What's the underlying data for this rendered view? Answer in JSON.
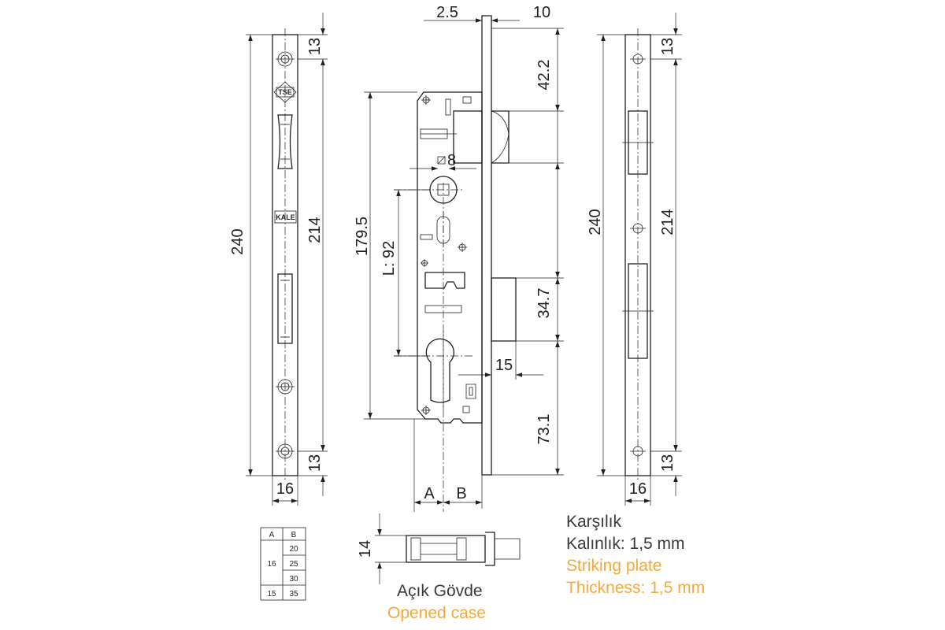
{
  "front_plate": {
    "length": "240",
    "hole_spacing": "214",
    "top_offset": "13",
    "bottom_offset": "13",
    "width": "16",
    "logo_tse": "TSE",
    "logo_brand": "KALE"
  },
  "lock_body": {
    "top_dim_a": "2.5",
    "top_dim_b": "10",
    "latch_offset": "42.2",
    "spindle_size": "8",
    "body_height": "179.5",
    "centre_distance": "L: 92",
    "bolt_dim": "34.7",
    "bolt_throw": "15",
    "cylinder_offset": "73.1",
    "backset_a": "A",
    "backset_b": "B"
  },
  "striking_plate_drawing": {
    "length": "240",
    "hole_spacing": "214",
    "top_offset": "13",
    "bottom_offset": "13",
    "width": "16"
  },
  "table": {
    "headers": [
      "A",
      "B"
    ],
    "rows": [
      {
        "a": "",
        "b": "20"
      },
      {
        "a": "16",
        "b": "25"
      },
      {
        "a": "",
        "b": "30"
      },
      {
        "a": "15",
        "b": "35"
      }
    ]
  },
  "section_view": {
    "depth": "14"
  },
  "captions": {
    "opened_case_tr": "Açık Gövde",
    "opened_case_en": "Opened case",
    "plate_tr_1": "Karşılık",
    "plate_tr_2": "Kalınlık: 1,5 mm",
    "plate_en_1": "Striking plate",
    "plate_en_2": "Thickness: 1,5 mm"
  },
  "colors": {
    "line": "#231f20",
    "caption_dark": "#3a3a3a",
    "caption_orange": "#f3a93c"
  }
}
